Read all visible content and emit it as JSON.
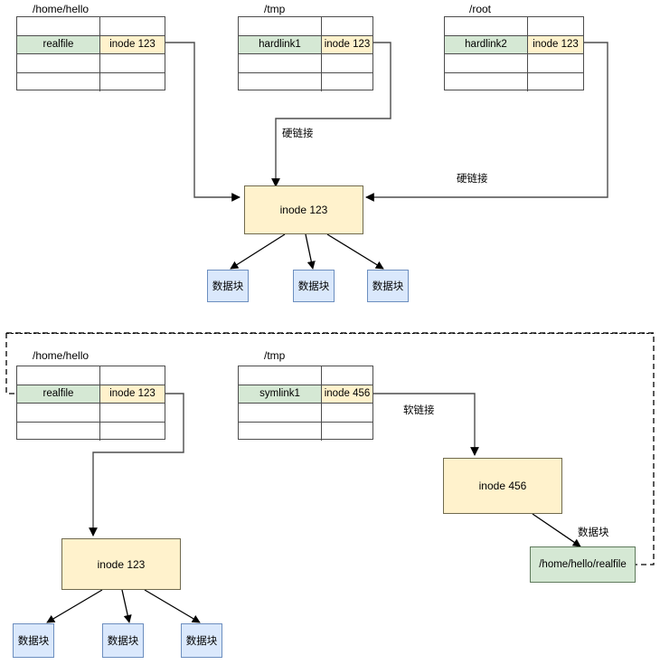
{
  "diagram": {
    "title_top": "",
    "colors": {
      "name_cell": "#d5e8d4",
      "inode_cell": "#fff2cc",
      "inode_box": "#fff2cc",
      "data_block": "#dae8fc",
      "data_block_border": "#6c8ebf",
      "path_box": "#d5e8d4",
      "stroke": "#4d4d4d"
    },
    "top_section": {
      "tables": [
        {
          "caption": "/home/hello",
          "rows": [
            {
              "name": "",
              "inode": "",
              "filled": false
            },
            {
              "name": "realfile",
              "inode": "inode 123",
              "filled": true
            },
            {
              "name": "",
              "inode": "",
              "filled": false
            },
            {
              "name": "",
              "inode": "",
              "filled": false
            }
          ]
        },
        {
          "caption": "/tmp",
          "rows": [
            {
              "name": "",
              "inode": "",
              "filled": false
            },
            {
              "name": "hardlink1",
              "inode": "inode 123",
              "filled": true
            },
            {
              "name": "",
              "inode": "",
              "filled": false
            },
            {
              "name": "",
              "inode": "",
              "filled": false
            }
          ]
        },
        {
          "caption": "/root",
          "rows": [
            {
              "name": "",
              "inode": "",
              "filled": false
            },
            {
              "name": "hardlink2",
              "inode": "inode 123",
              "filled": true
            },
            {
              "name": "",
              "inode": "",
              "filled": false
            },
            {
              "name": "",
              "inode": "",
              "filled": false
            }
          ]
        }
      ],
      "edge_labels": {
        "hardlink_center": "硬链接",
        "hardlink_right": "硬链接"
      },
      "inode": "inode 123",
      "data_blocks": [
        "数据块",
        "数据块",
        "数据块"
      ]
    },
    "bottom_section": {
      "tables": [
        {
          "caption": "/home/hello",
          "rows": [
            {
              "name": "",
              "inode": "",
              "filled": false
            },
            {
              "name": "realfile",
              "inode": "inode 123",
              "filled": true
            },
            {
              "name": "",
              "inode": "",
              "filled": false
            },
            {
              "name": "",
              "inode": "",
              "filled": false
            }
          ]
        },
        {
          "caption": "/tmp",
          "rows": [
            {
              "name": "",
              "inode": "",
              "filled": false
            },
            {
              "name": "symlink1",
              "inode": "inode 456",
              "filled": true
            },
            {
              "name": "",
              "inode": "",
              "filled": false
            },
            {
              "name": "",
              "inode": "",
              "filled": false
            }
          ]
        }
      ],
      "edge_labels": {
        "softlink": "软链接",
        "data_block": "数据块"
      },
      "inode_left": "inode 123",
      "inode_right": "inode 456",
      "target_path": "/home/hello/realfile",
      "data_blocks": [
        "数据块",
        "数据块",
        "数据块"
      ]
    }
  }
}
